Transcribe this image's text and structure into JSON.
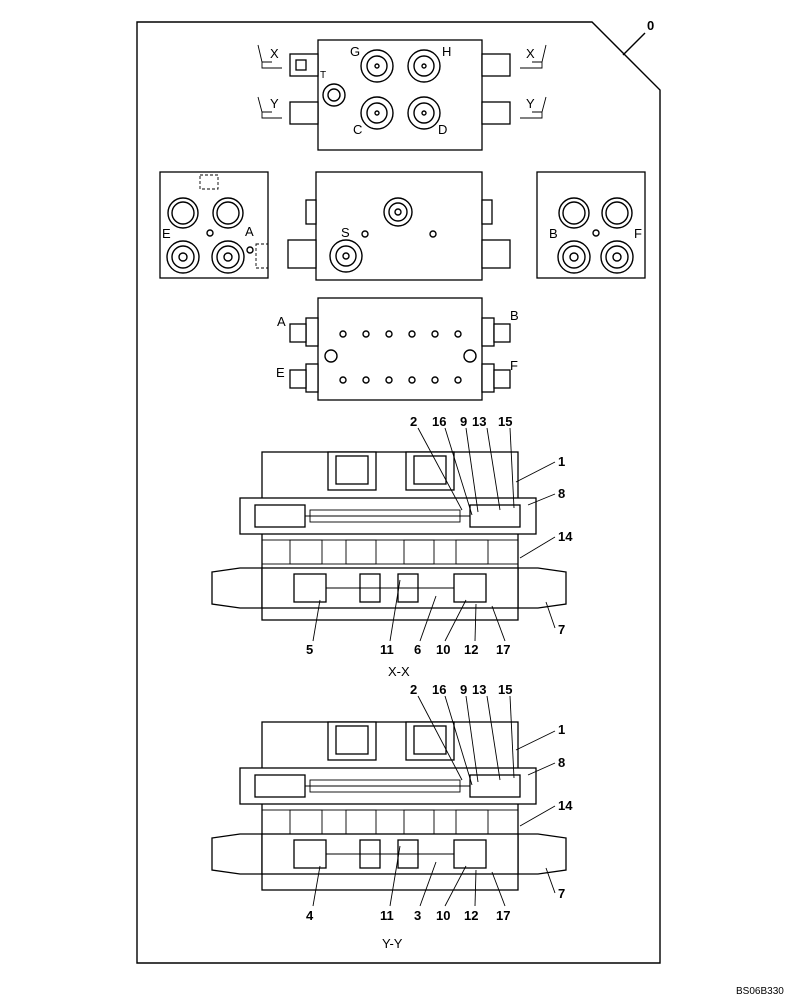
{
  "assembly_number": "0",
  "top_view": {
    "ports": {
      "G": "G",
      "H": "H",
      "T": "T",
      "C": "C",
      "D": "D"
    },
    "section_marks": {
      "x": "X",
      "y": "Y"
    }
  },
  "middle_view": {
    "left_ports": {
      "e": "E",
      "a": "A"
    },
    "center_ports": {
      "s": "S"
    },
    "right_ports": {
      "b": "B",
      "f": "F"
    }
  },
  "front_view": {
    "a": "A",
    "b": "B",
    "e": "E",
    "f": "F"
  },
  "section_xx": {
    "caption": "X-X",
    "callouts": {
      "c2": "2",
      "c16": "16",
      "c9": "9",
      "c13": "13",
      "c15": "15",
      "c1": "1",
      "c8": "8",
      "c14": "14",
      "c7": "7",
      "c5": "5",
      "c11": "11",
      "c6": "6",
      "c10": "10",
      "c12": "12",
      "c17": "17"
    }
  },
  "section_yy": {
    "caption": "Y-Y",
    "callouts": {
      "c2": "2",
      "c16": "16",
      "c9": "9",
      "c13": "13",
      "c15": "15",
      "c1": "1",
      "c8": "8",
      "c14": "14",
      "c7": "7",
      "c4": "4",
      "c11": "11",
      "c3": "3",
      "c10": "10",
      "c12": "12",
      "c17": "17"
    }
  },
  "drawing_code": "BS06B330"
}
